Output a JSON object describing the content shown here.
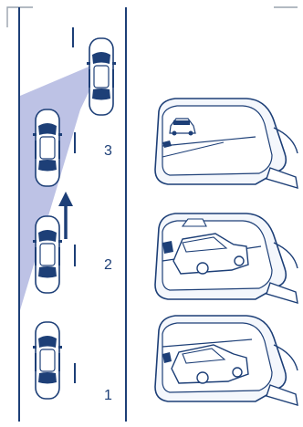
{
  "diagram": {
    "position_labels": [
      {
        "key": "p3",
        "text": "3"
      },
      {
        "key": "p2",
        "text": "2"
      },
      {
        "key": "p1",
        "text": "1"
      }
    ],
    "colors": {
      "outline": "#1d3f77",
      "car_fill": "#ffffff",
      "blind_zone": "#b9bfe4",
      "mirror_glass": "#f4f7fc",
      "road_edge": "#1d3f77"
    }
  }
}
